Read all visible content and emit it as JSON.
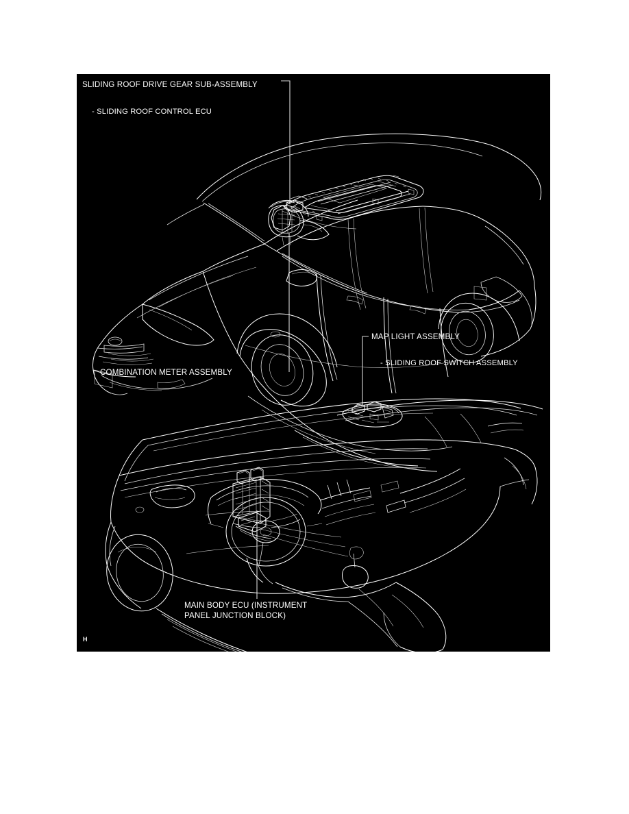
{
  "document": {
    "page_background": "#ffffff",
    "figure_background": "#000000",
    "line_color": "#ffffff",
    "corner_mark": "H"
  },
  "figure": {
    "title_callouts": [
      {
        "id": "sliding-roof-drive-gear",
        "text": "SLIDING ROOF DRIVE GEAR SUB-ASSEMBLY",
        "leader": "right-then-down-to-sunroof"
      },
      {
        "id": "sliding-roof-control-ecu",
        "text": "- SLIDING ROOF CONTROL ECU",
        "leader": "none"
      },
      {
        "id": "combination-meter-assembly",
        "text": "COMBINATION METER ASSEMBLY",
        "leader": "right-then-up-to-meter"
      },
      {
        "id": "map-light-assembly",
        "text": "MAP LIGHT ASSEMBLY",
        "leader": "left-then-down-to-map-light"
      },
      {
        "id": "sliding-roof-switch-assembly",
        "text": "- SLIDING ROOF SWITCH ASSEMBLY",
        "leader": "none"
      },
      {
        "id": "main-body-ecu",
        "text_line_1": "MAIN BODY ECU (INSTRUMENT",
        "text_line_2": "PANEL JUNCTION BLOCK)",
        "leader": "up-to-junction-block"
      }
    ],
    "illustrations": [
      {
        "id": "vehicle-exterior",
        "description": "sedan three-quarter front-left view with sliding roof frame on roof"
      },
      {
        "id": "instrument-panel",
        "description": "instrument panel interior view with steering wheel, junction block and map light"
      }
    ]
  }
}
